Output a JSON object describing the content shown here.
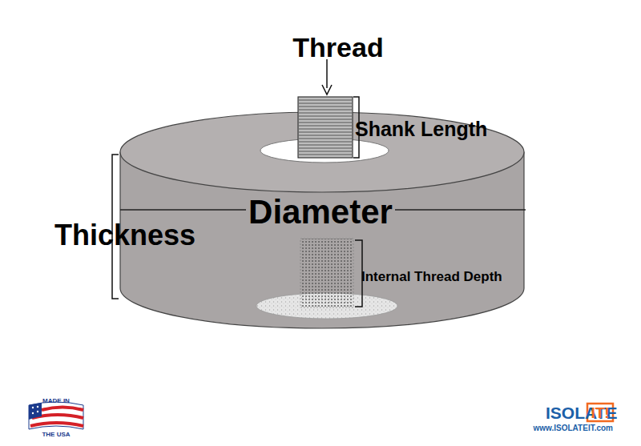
{
  "diagram": {
    "labels": [
      "Thread",
      "Shank Length",
      "Diameter",
      "Thickness",
      "Internal Thread Depth",
      "MADE IN",
      "THE USA",
      "ISOLATE",
      "IT!",
      "www.ISOLATEIT.com"
    ]
  }
}
